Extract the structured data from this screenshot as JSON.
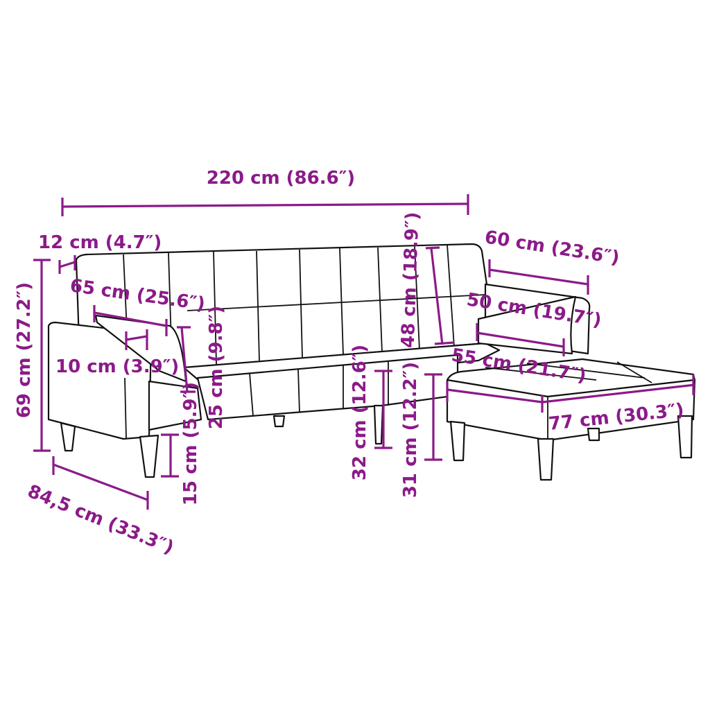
{
  "diagram": {
    "subject": "sofa-bed-with-footstool-dimensions",
    "accent_color": "#8b1a89",
    "outline_color": "#111111",
    "dimensions": {
      "total_width": "220 cm (86.6″)",
      "armrest_width": "12 cm (4.7″)",
      "total_height": "69 cm (27.2″)",
      "pillow_width": "65 cm (25.6″)",
      "pillow_thickness": "10 cm (3.9″)",
      "pillow_height": "25 cm (9.8″)",
      "leg_height": "15 cm (5.9″)",
      "total_depth": "84,5 cm (33.3″)",
      "backrest_height": "48 cm (18.9″)",
      "seat_height": "32 cm (12.6″)",
      "stool_height": "31 cm (12.2″)",
      "stool_depth": "60 cm (23.6″)",
      "small_pillow_width": "50 cm (19.7″)",
      "stool_width": "55 cm (21.7″)",
      "stool_length": "77 cm (30.3″)"
    }
  }
}
